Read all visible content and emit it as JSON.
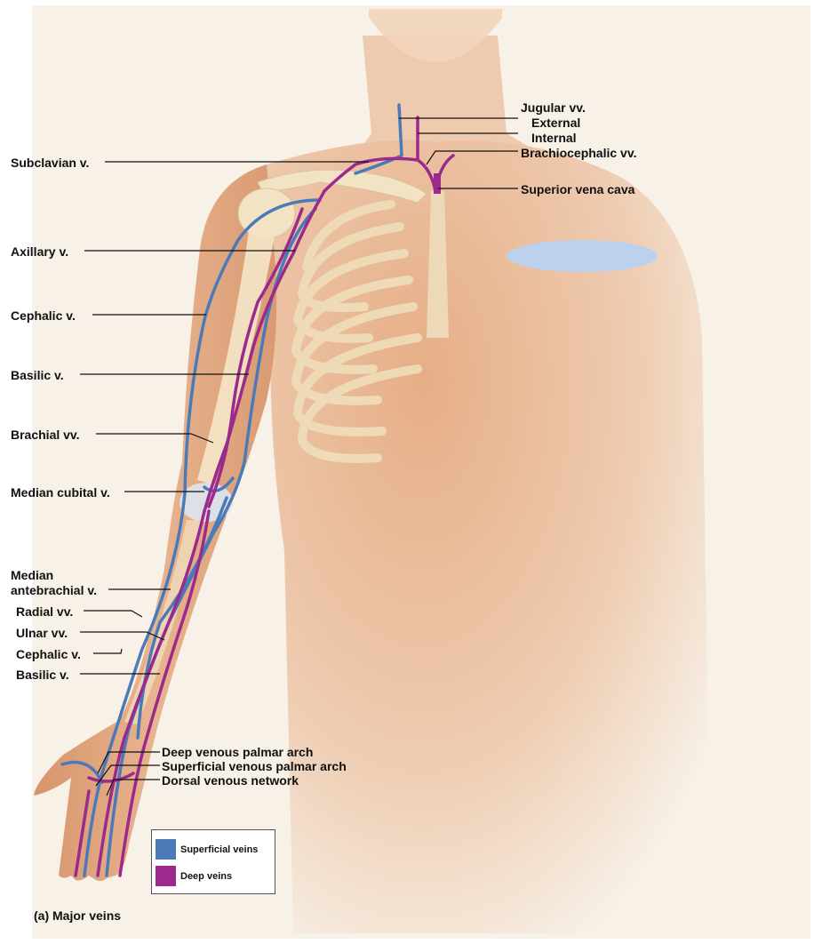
{
  "labels": {
    "jugular": "Jugular vv.",
    "external": "External",
    "internal": "Internal",
    "brachiocephalic": "Brachiocephalic vv.",
    "svc": "Superior vena cava",
    "subclavian": "Subclavian v.",
    "axillary": "Axillary v.",
    "cephalic_upper": "Cephalic v.",
    "basilic_upper": "Basilic v.",
    "brachial": "Brachial vv.",
    "median_cubital": "Median cubital v.",
    "median_antebrachial_1": "Median",
    "median_antebrachial_2": "antebrachial v.",
    "radial": "Radial vv.",
    "ulnar": "Ulnar vv.",
    "cephalic_lower": "Cephalic v.",
    "basilic_lower": "Basilic v.",
    "deep_palmar": "Deep venous palmar arch",
    "superficial_palmar": "Superficial venous palmar arch",
    "dorsal_network": "Dorsal venous network"
  },
  "legend": {
    "superficial": {
      "label": "Superficial veins",
      "color": "#4a7ab8"
    },
    "deep": {
      "label": "Deep veins",
      "color": "#9b2a8c"
    }
  },
  "caption": "(a) Major veins",
  "colors": {
    "skin": "#e8b48f",
    "skin_shade": "#d99a72",
    "bone": "#f2e3c4",
    "background": "#f7f1e7"
  }
}
